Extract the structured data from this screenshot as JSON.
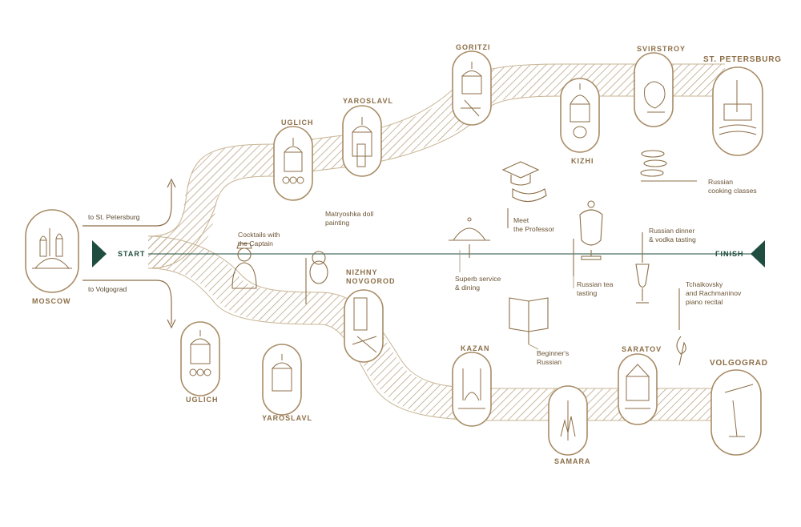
{
  "colors": {
    "line": "#a88c66",
    "dark": "#8c6e47",
    "green": "#1f4d3f",
    "hatch": "#b39a78"
  },
  "route": {
    "start": "START",
    "finish": "FINISH"
  },
  "directions": {
    "north": "to St. Petersburg",
    "south": "to Volgograd"
  },
  "stops": {
    "moscow": "MOSCOW",
    "uglich_north": "UGLICH",
    "yaroslavl_north": "YAROSLAVL",
    "goritzi": "GORITZI",
    "kizhi": "KIZHI",
    "svirstroy": "SVIRSTROY",
    "st_petersburg": "ST. PETERSBURG",
    "uglich_south": "UGLICH",
    "yaroslavl_south": "YAROSLAVL",
    "nizhny": "NIZHNY\nNOVGOROD",
    "kazan": "KAZAN",
    "samara": "SAMARA",
    "saratov": "SARATOV",
    "volgograd": "VOLGOGRAD"
  },
  "activities": {
    "captain": "Cocktails with\nthe Captain",
    "matryoshka": "Matryoshka doll\npainting",
    "service": "Superb service\n& dining",
    "professor": "Meet\nthe Professor",
    "tea": "Russian tea\ntasting",
    "dinner": "Russian dinner\n& vodka tasting",
    "cooking": "Russian\ncooking classes",
    "beginner": "Beginner's\nRussian",
    "piano": "Tchaikovsky\nand Rachmaninov\npiano recital"
  }
}
